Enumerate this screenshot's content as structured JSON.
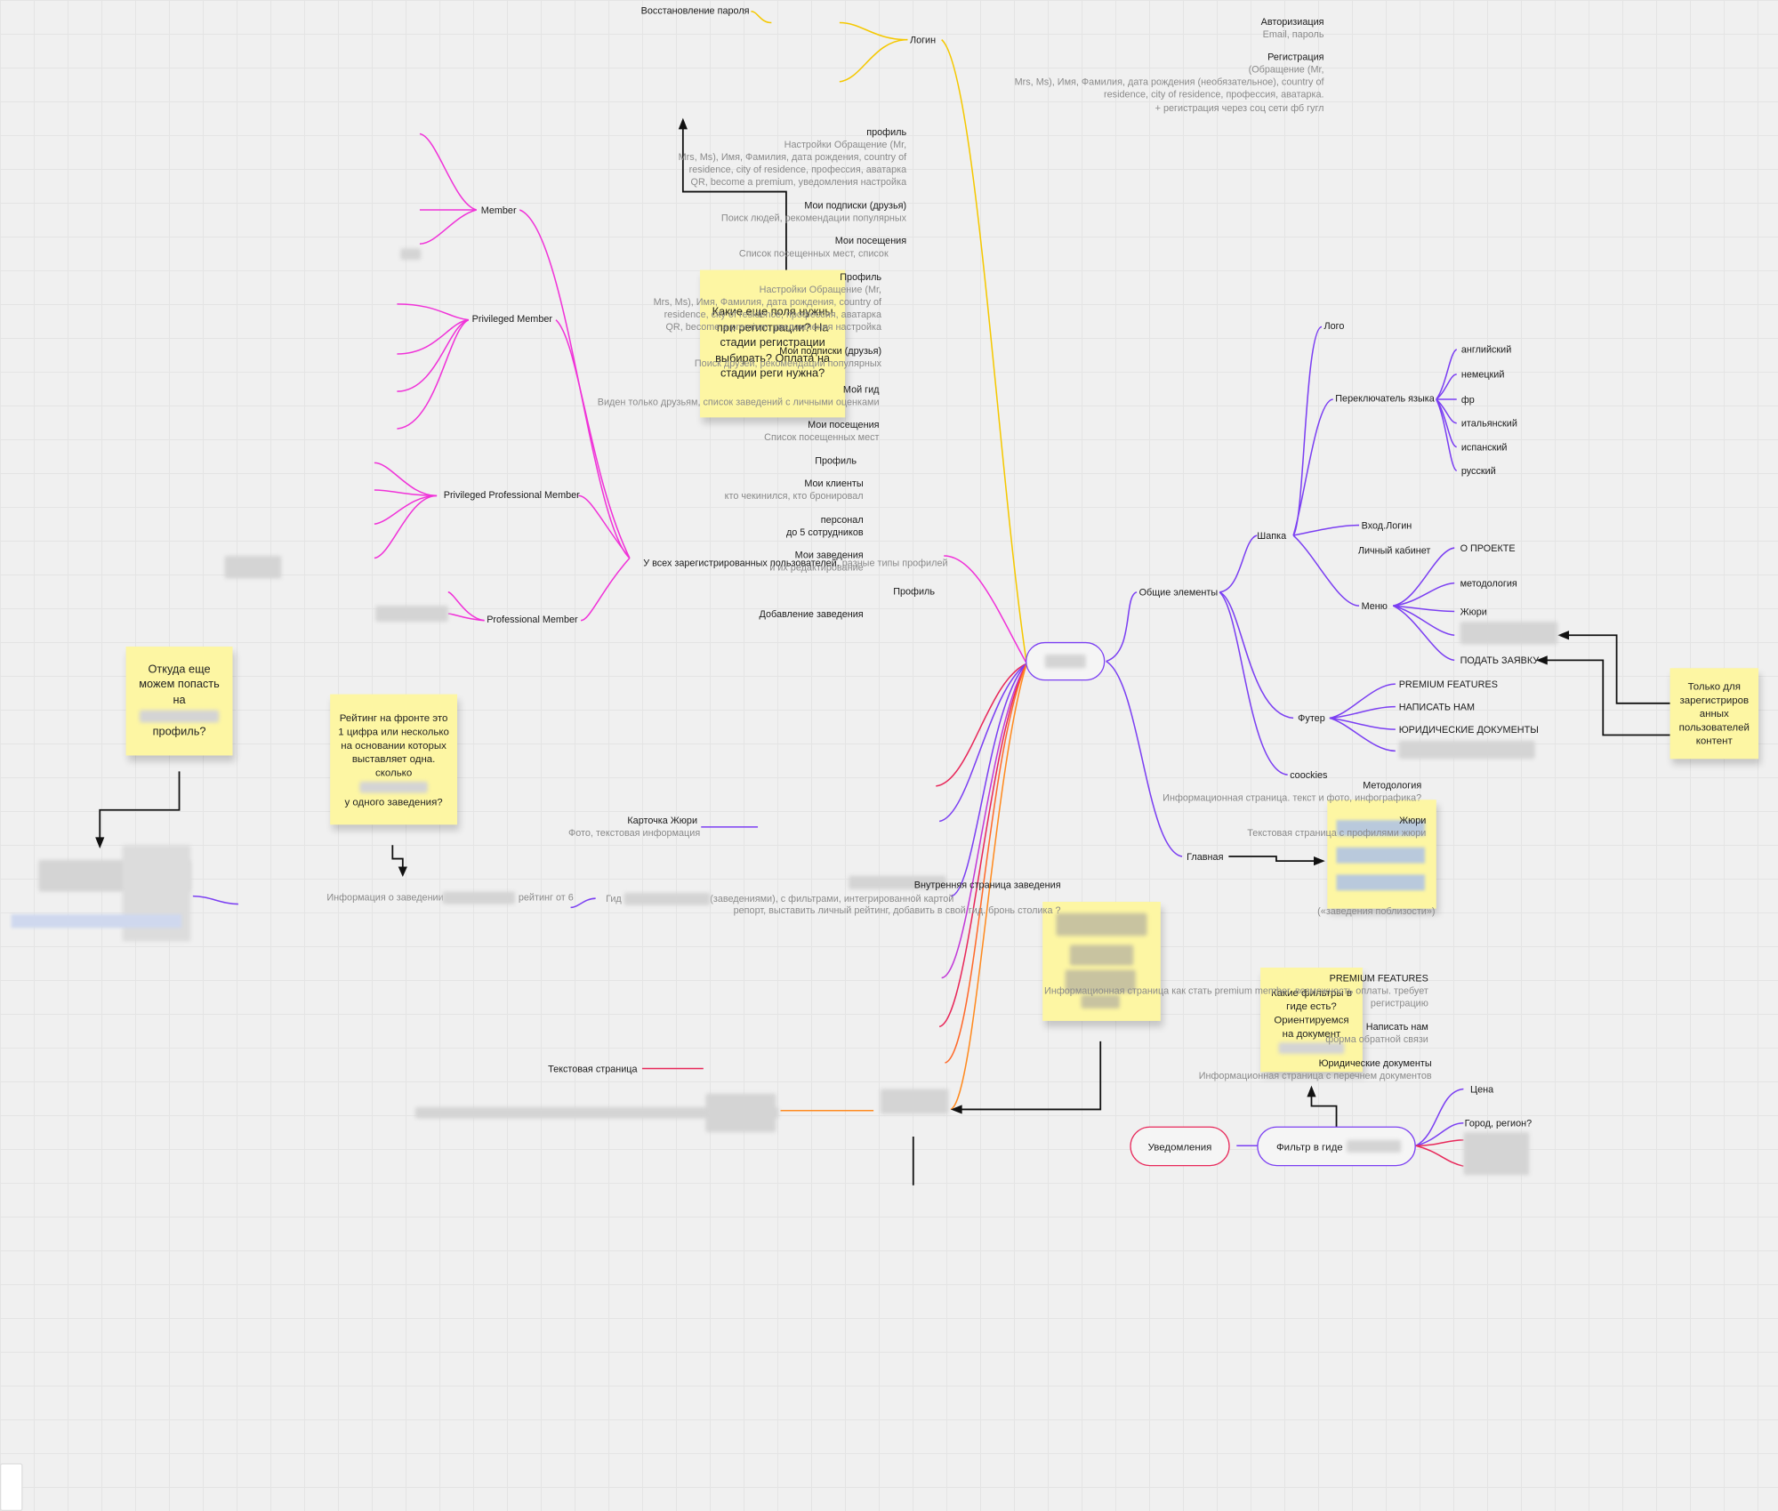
{
  "login": {
    "restore": "Восстановление пароля",
    "auth": "Авторизиация",
    "auth_sub": "Email, пароль",
    "login": "Логин",
    "reg": "Регистрация",
    "reg_sub_1": "(Обращение (Mr,",
    "reg_sub_2": "Mrs, Ms), Имя, Фамилия, дата рождения (необязательное), country of",
    "reg_sub_3": "residence, city of residence, профессия, аватарка.",
    "reg_sub_4": "+ регистрация через соц сети фб гугл"
  },
  "stickies": {
    "reg_question": "Какие еще поля нужны при регистрации? На стадии регистрации выбирать? Оплата на стадии реги нужна?",
    "profile_question_1": "Откуда еще можем попасть на",
    "profile_question_2": "профиль?",
    "rating": "Рейтинг на фронте это 1 цифра или несколько на основании которых выставляет одна. сколько",
    "rating_2": "у одного заведения?",
    "registered_only": "Только для зарегистриров анных пользователей контент",
    "filters": "Какие фильтры в гиде есть? Ориентируемся на документ"
  },
  "member": {
    "label": "Member",
    "profile": "профиль",
    "profile_sub_1": "Настройки Обращение (Mr,",
    "profile_sub_2": "Mrs, Ms), Имя, Фамилия, дата рождения, country of",
    "profile_sub_3": "residence, city of residence, профессия, аватарка",
    "profile_sub_4": "QR, become a premium, уведомления настройка",
    "subs": "Мои подписки (друзья)",
    "subs_sub": "Поиск людей, рекомендации популярных",
    "visits": "Мои посещения",
    "visits_sub": "Список посещенных мест, список"
  },
  "privileged": {
    "label": "Privileged Member",
    "profile": "Профиль",
    "profile_sub_1": "Настройки Обращение (Mr,",
    "profile_sub_2": "Mrs, Ms), Имя, Фамилия, дата рождения, country of",
    "profile_sub_3": "residence, city of residence, профессия, аватарка",
    "profile_sub_4": "QR, become a premium, уведомления настройка",
    "subs": "Мои подписки (друзья)",
    "subs_sub": "Поиск друзей, рекомендации популярных",
    "guide": "Мой гид",
    "guide_sub": "Виден только друзьям, список заведений с личными оценками",
    "visits": "Мои посещения",
    "visits_sub": "Список посещенных мест"
  },
  "priv_pro": {
    "label": "Privileged Professional Member",
    "profile": "Профиль",
    "clients": "Мои клиенты",
    "clients_sub": "кто чекинился, кто бронировал",
    "staff": "персонал",
    "staff_sub": "до 5 сотрудников",
    "venues": "Мои заведения",
    "venues_sub": "и их редактирование"
  },
  "pro": {
    "label": "Professional Member",
    "profile": "Профиль",
    "add_venue": "Добавление заведения"
  },
  "cabinet": {
    "title": "Личный кабинет",
    "all_users": "У всех зарегистрированных пользователей.",
    "all_users_sub": "разные типы профилей"
  },
  "center": {
    "methodology": "Методология",
    "methodology_sub": "Информационная страница. текст и фото, инфографика?",
    "jury_card": "Карточка Жюри",
    "jury_card_sub": "Фото, текстовая информация",
    "jury": "Жюри",
    "jury_sub": "Текстовая страница с профилями жюри",
    "venue_page": "Внутренняя страница заведения",
    "venue_sub_1": "Информация о заведении",
    "venue_sub_1b": "рейтинг от 6",
    "venue_sub_2": "репорт, выставить личный рейтинг, добавить в свой гид. бронь столика ?",
    "guide_1": "Гид",
    "guide_1b": "(заведениями), с фильтрами, интегрированной картой",
    "guide_2": "(«заведения поблизости»)",
    "premium": "PREMIUM FEATURES",
    "premium_sub_1": "Информационная страница как стать premium member. возможность оплаты. требует",
    "premium_sub_2": "регистрацию",
    "write": "Написать нам",
    "write_sub": "форма обратной связи",
    "legal": "Юридические документы",
    "legal_sub": "Информационная страница с перечнем документов",
    "text_page": "Текстовая страница"
  },
  "right": {
    "common": "Общие элементы",
    "header": "Шапка",
    "logo": "Лого",
    "lang_switch": "Переключатель языка",
    "languages": [
      "английский",
      "немецкий",
      "фр",
      "итальянский",
      "испанский",
      "русский"
    ],
    "login": "Вход.Логин",
    "menu": "Меню",
    "menu_items": [
      "О ПРОЕКТЕ",
      "методология",
      "Жюри"
    ],
    "apply": "ПОДАТЬ ЗАЯВКУ",
    "footer": "Футер",
    "footer_items": [
      "PREMIUM FEATURES",
      "НАПИСАТЬ НАМ",
      "ЮРИДИЧЕСКИЕ ДОКУМЕНТЫ"
    ],
    "cookies": "coockies",
    "main": "Главная"
  },
  "bottom": {
    "notifications": "Уведомления",
    "filter": "Фильтр в гиде",
    "price": "Цена",
    "city": "Город, регион?"
  },
  "colors": {
    "yellow": "#f5c800",
    "pink": "#f033d8",
    "purple": "#7b3ff2",
    "red": "#e8285a",
    "orange": "#ff8a1f"
  }
}
